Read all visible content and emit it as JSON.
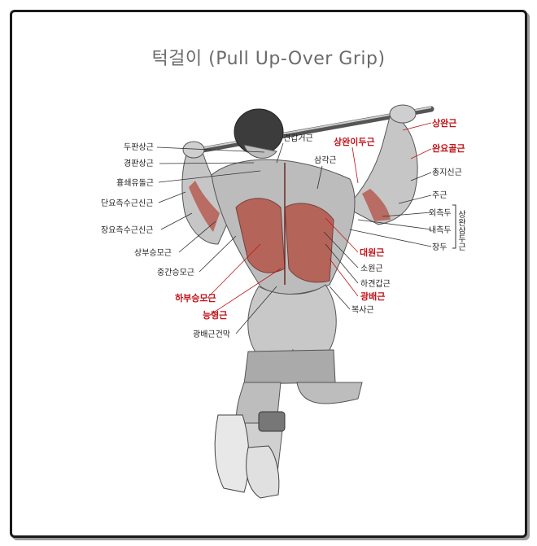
{
  "title": "턱걸이 (Pull Up-Over Grip)",
  "colors": {
    "highlight": "#c0141b",
    "text": "#222222",
    "muscle": "#b4554a",
    "body": "#b9b9b9"
  },
  "labels": {
    "left": {
      "l1": "두판상근",
      "l2": "경판상근",
      "l3": "흉쇄유돌근",
      "l4": "단요측수근신근",
      "l5": "장요측수근신근",
      "l6": "상부승모근",
      "l7": "중간승모근",
      "l8": "하부승모근",
      "l9": "능형근",
      "l10": "광배근건막"
    },
    "center": {
      "c1": "견갑거근",
      "c2": "상완이두근",
      "c3": "삼각근"
    },
    "right": {
      "r1": "상완근",
      "r2": "완요골근",
      "r3": "총지신근",
      "r4": "주근",
      "r5": "외측두",
      "r6": "내측두",
      "r7": "장두",
      "r8": "대원근",
      "r9": "소원근",
      "r10": "하견갑근",
      "r11": "광배근",
      "r12": "복사근"
    },
    "bracket": "상완삼두근"
  }
}
